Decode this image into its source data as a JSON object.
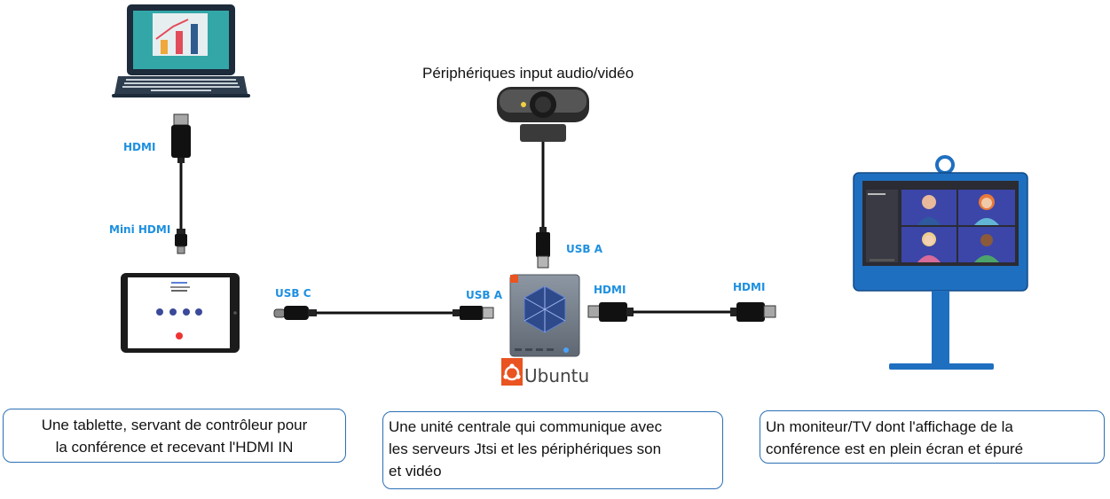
{
  "labels": {
    "hdmi_laptop": "HDMI",
    "mini_hdmi": "Mini HDMI",
    "usb_c": "USB C",
    "usb_a_left": "USB A",
    "usb_a_top": "USB A",
    "hdmi_unit": "HDMI",
    "hdmi_monitor": "HDMI"
  },
  "peripherals_title": "Périphériques input audio/vidéo",
  "ubuntu_label": "Ubuntu",
  "boxes": {
    "tablet": [
      "Une tablette, servant de contrôleur pour",
      "la conférence et recevant l'HDMI IN"
    ],
    "unit": [
      "Une unité centrale qui communique avec",
      "les serveurs Jtsi et les périphériques son",
      "et vidéo"
    ],
    "monitor": [
      "Un moniteur/TV dont l'affichage de la",
      "conférence est en plein écran et épuré"
    ]
  },
  "colors": {
    "label_blue": "#1e90e0",
    "monitor_blue": "#1f6fc0",
    "box_border": "#2b6fb4",
    "ubuntu_orange": "#e95420",
    "cable": "#111111"
  }
}
